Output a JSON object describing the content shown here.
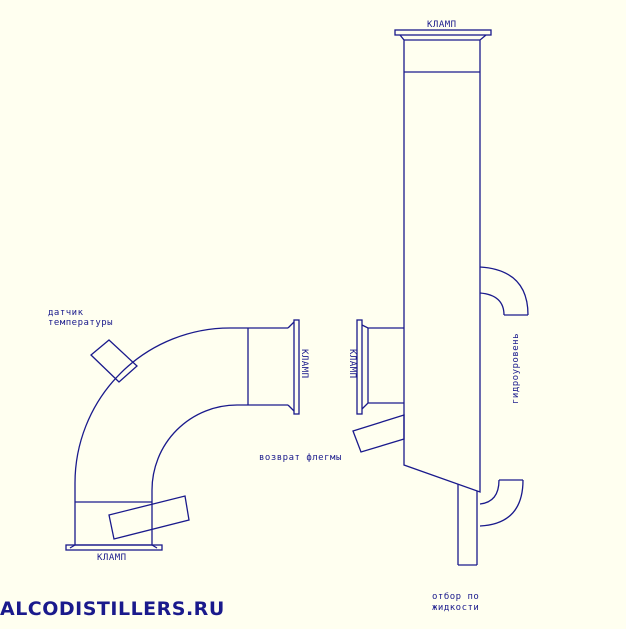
{
  "labels": {
    "klamp_top": "КЛАМП",
    "klamp_bottom": "КЛАМП",
    "klamp_elbow_end": "КЛАМП",
    "klamp_column_left": "КЛАМП",
    "sensor_line1": "датчик",
    "sensor_line2": "температуры",
    "reflux_return": "возврат флегмы",
    "hydro_level": "гидроуровень",
    "draw_off_line1": "отбор по",
    "draw_off_line2": "жидкости"
  },
  "watermark": "ALCODISTILLERS.RU",
  "colors": {
    "line": "#1a1a8c",
    "background": "#fffff0"
  }
}
